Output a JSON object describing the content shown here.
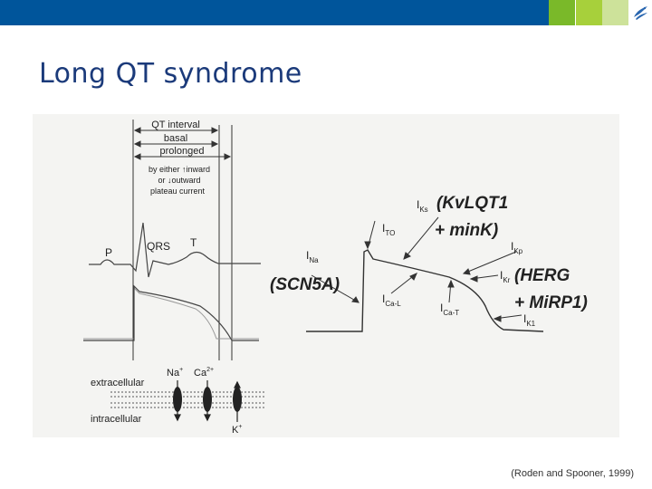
{
  "header": {
    "colors": {
      "bar": "#00559b",
      "sq1": "#7ab929",
      "sq2": "#a7d03b",
      "sq3": "#cde29a"
    },
    "logo_icon": "bird-logo-icon"
  },
  "title": "Long QT syndrome",
  "figure": {
    "qt_interval": "QT interval",
    "basal": "basal",
    "prolonged": "prolonged",
    "either_line": "by either ↑inward",
    "or_line": "or ↓outward",
    "plateau_line": "plateau current",
    "ecg": {
      "p": "P",
      "qrs": "QRS",
      "t": "T"
    },
    "membrane": {
      "extracellular": "extracellular",
      "intracellular": "intracellular"
    },
    "ions": {
      "na_base": "Na",
      "na_sup": "+",
      "ca_base": "Ca",
      "ca_sup": "2+",
      "k_base": "K",
      "k_sup": "+"
    },
    "currents": {
      "i": "I",
      "na_sub": "Na",
      "scn5a": "(SCN5A)",
      "to_sub": "TO",
      "ks_sub": "Ks",
      "kvlqt1": "(KvLQT1",
      "mink": "+ minK)",
      "kp_sub": "Kp",
      "kr_sub": "Kr",
      "herg": "(HERG",
      "mirp1": "+ MiRP1)",
      "cal_sub": "Ca-L",
      "cat_sub": "Ca-T",
      "k1_sub": "K1"
    }
  },
  "citation": "(Roden and Spooner, 1999)"
}
